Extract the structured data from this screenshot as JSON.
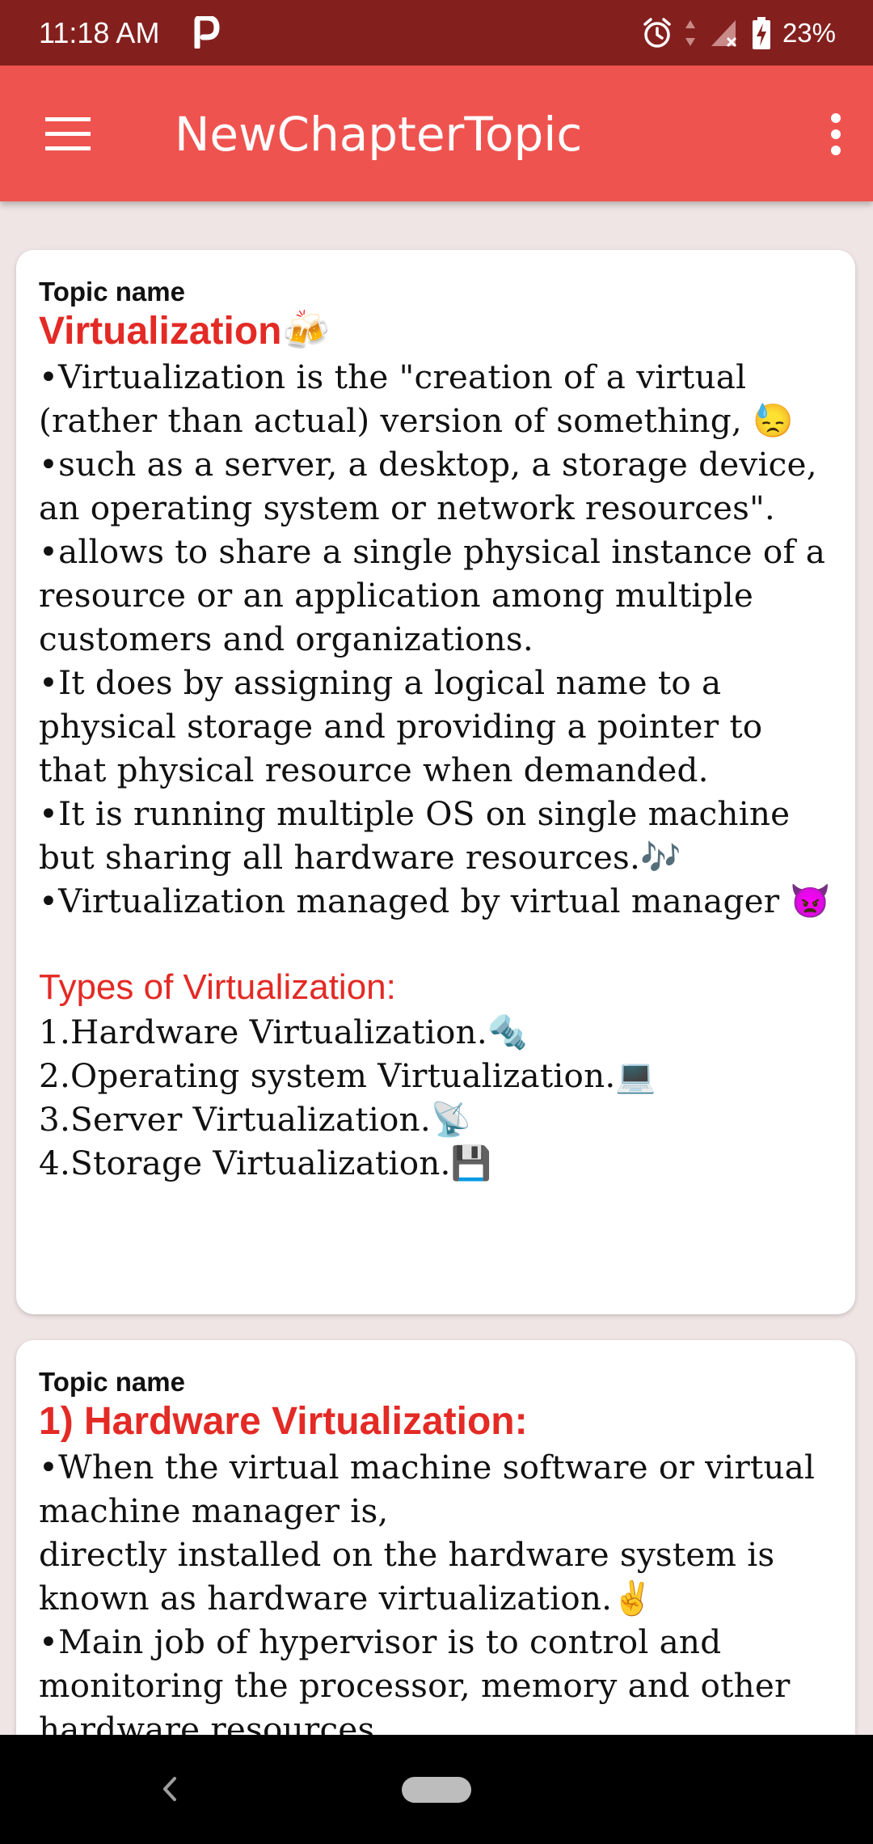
{
  "status_bar": {
    "time": "11:18 AM",
    "battery": "23%",
    "icons": [
      "p-notification-icon",
      "alarm-icon",
      "data-arrows-icon",
      "signal-icon",
      "battery-charging-icon"
    ]
  },
  "app_bar": {
    "title": "NewChapterTopic",
    "menu_icon": "hamburger-menu-icon",
    "overflow_icon": "more-vert-icon"
  },
  "colors": {
    "status_bar": "#83201e",
    "app_bar": "#ef5350",
    "accent_text": "#e32a25",
    "background": "#efe5e4"
  },
  "cards": [
    {
      "label": "Topic name",
      "title": "Virtualization🍻",
      "body": "•Virtualization is the \"creation of a virtual (rather than actual) version of something, 😓\n•such as a server, a desktop, a storage device, an operating system or network resources\".\n•allows to share a single physical instance of a resource or an application among multiple customers and organizations.\n•It does by assigning a logical name to a physical storage and providing a pointer to that physical resource when demanded.\n•It is running multiple OS on single machine but sharing all hardware resources.🎶\n•Virtualization managed by virtual manager 👿",
      "section_heading": "Types of Virtualization:",
      "section_body": "1.Hardware Virtualization.🔩\n2.Operating system Virtualization.💻\n3.Server Virtualization.📡\n4.Storage Virtualization.💾"
    },
    {
      "label": "Topic name",
      "title": "1) Hardware Virtualization:",
      "body": "•When the virtual machine software or virtual machine manager is,\ndirectly installed on the hardware system is known as hardware virtualization.✌️\n•Main job of hypervisor is to control and monitoring the processor, memory and other hardware resources."
    }
  ],
  "nav_bar": {
    "icons": [
      "back-icon",
      "home-pill-icon"
    ]
  }
}
